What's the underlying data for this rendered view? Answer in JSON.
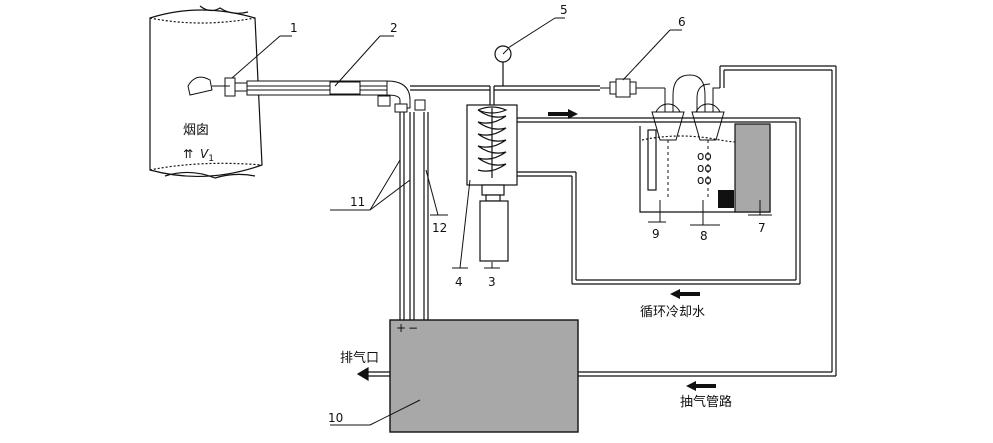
{
  "diagram": {
    "labels": {
      "chimney": "烟囱",
      "flow_arrows": "⇈",
      "flow_symbol": "V",
      "flow_subscript": "1",
      "exhaust_port": "排气口",
      "cooling_water": "循环冷却水",
      "suction_pipeline": "抽气管路",
      "plus": "+",
      "minus": "−"
    },
    "numbers": {
      "n1": "1",
      "n2": "2",
      "n3": "3",
      "n4": "4",
      "n5": "5",
      "n6": "6",
      "n7": "7",
      "n8": "8",
      "n9": "9",
      "n10": "10",
      "n11": "11",
      "n12": "12"
    },
    "colors": {
      "line": "#111111",
      "box_fill": "#a8a8a8",
      "tank_fill": "#9a9a9a"
    }
  }
}
